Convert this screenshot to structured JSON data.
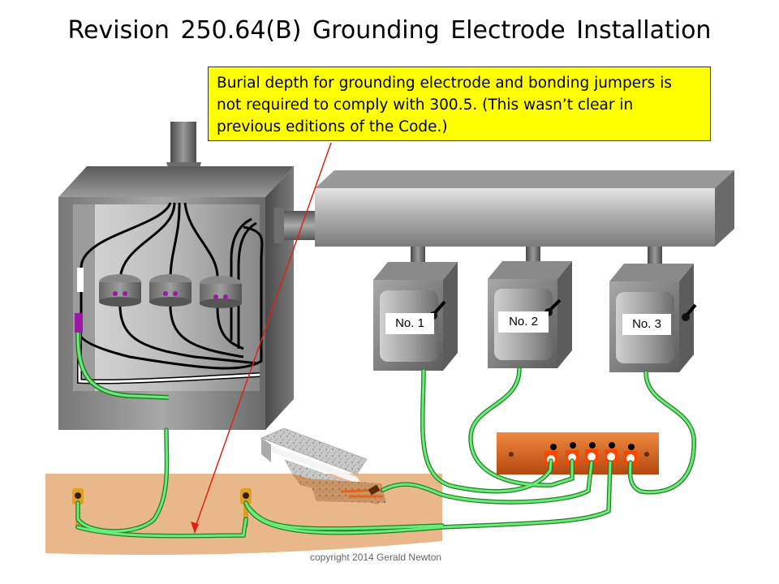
{
  "title": "Revision  250.64(B)  Grounding Electrode Installation",
  "callout": {
    "lines": [
      "Burial depth for grounding electrode and bonding jumpers is",
      "not required to comply with 300.5.  (This wasn’t clear in",
      "previous editions of the Code.)"
    ],
    "background": "#ffff00"
  },
  "disconnects": [
    {
      "label": "No. 1"
    },
    {
      "label": "No. 2"
    },
    {
      "label": "No. 3"
    }
  ],
  "copyright": "copyright 2014 Gerald Newton",
  "colors": {
    "earth": "#e8b88a",
    "ground_wire": "#66ee77",
    "bus_bar": "#e0661f",
    "arrow": "#dd2211",
    "wire_marker": "#9b1aa3"
  }
}
